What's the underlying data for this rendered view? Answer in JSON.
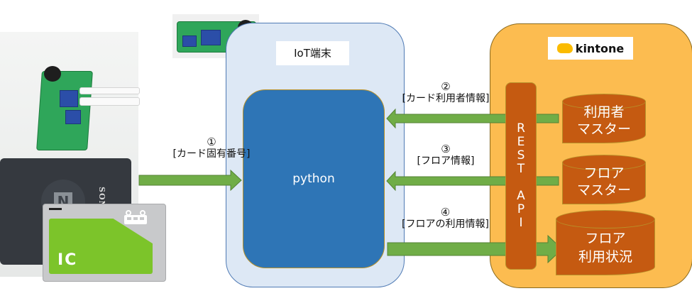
{
  "diagram": {
    "left_device": {
      "reader_brand": "SONY",
      "reader_logo": "N",
      "card_text": "IC"
    },
    "iot_terminal": {
      "title": "IoT端末",
      "process_label": "python"
    },
    "kintone": {
      "logo_text": "kintone",
      "api_label_line1": [
        "R",
        "E",
        "S",
        "T"
      ],
      "api_label_line2": [
        "A",
        "P",
        "I"
      ],
      "databases": [
        {
          "line1": "利用者",
          "line2": "マスター"
        },
        {
          "line1": "フロア",
          "line2": "マスター"
        },
        {
          "line1": "フロア",
          "line2": "利用状況"
        }
      ]
    },
    "flows": [
      {
        "number": "①",
        "label": "[カード固有番号]",
        "direction": "reader-to-python"
      },
      {
        "number": "②",
        "label": "[カード利用者情報]",
        "direction": "kintone-to-python"
      },
      {
        "number": "③",
        "label": "[フロア情報]",
        "direction": "kintone-to-python"
      },
      {
        "number": "④",
        "label": "[フロアの利用情報]",
        "direction": "python-to-kintone"
      }
    ],
    "colors": {
      "arrow_green": "#70ad47",
      "iot_fill": "#dde8f5",
      "python_blue": "#2e75b6",
      "kintone_orange": "#fcbc50",
      "db_brown": "#c55a11"
    }
  }
}
